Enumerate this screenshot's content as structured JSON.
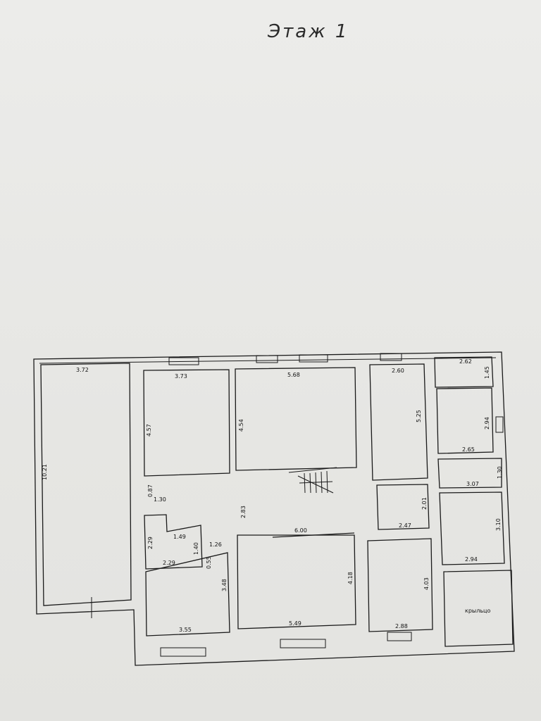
{
  "title": "Этаж 1",
  "labels": {
    "r1_w": "3.72",
    "r1_h": "10.21",
    "r2_w": "3.73",
    "r2_h": "4.57",
    "r3_w": "5.68",
    "r3_h": "4.54",
    "r4_w": "2.60",
    "r4_h": "5.25",
    "r5_w": "2.62",
    "r5_h": "1.45",
    "r6_h": "2.94",
    "r6_w": "2.65",
    "r7_w": "3.07",
    "r7_h": "1.30",
    "r8_h": "3.10",
    "r8_w": "2.94",
    "c_a": "0.87",
    "c_b": "1.30",
    "c_c": "2.83",
    "r9_a": "2.29",
    "r9_b": "1.49",
    "r9_c": "1.40",
    "r9_d": "2.29",
    "r9_e": "1.26",
    "r9_f": "0.55",
    "r10_h": "3.48",
    "r10_w": "3.55",
    "r11_w": "6.00",
    "r11_h": "4.18",
    "r11_b": "5.49",
    "r12_a": "2.01",
    "r12_b": "2.47",
    "r13_h": "4.03",
    "r13_w": "2.88",
    "porch": "крыльцо"
  }
}
